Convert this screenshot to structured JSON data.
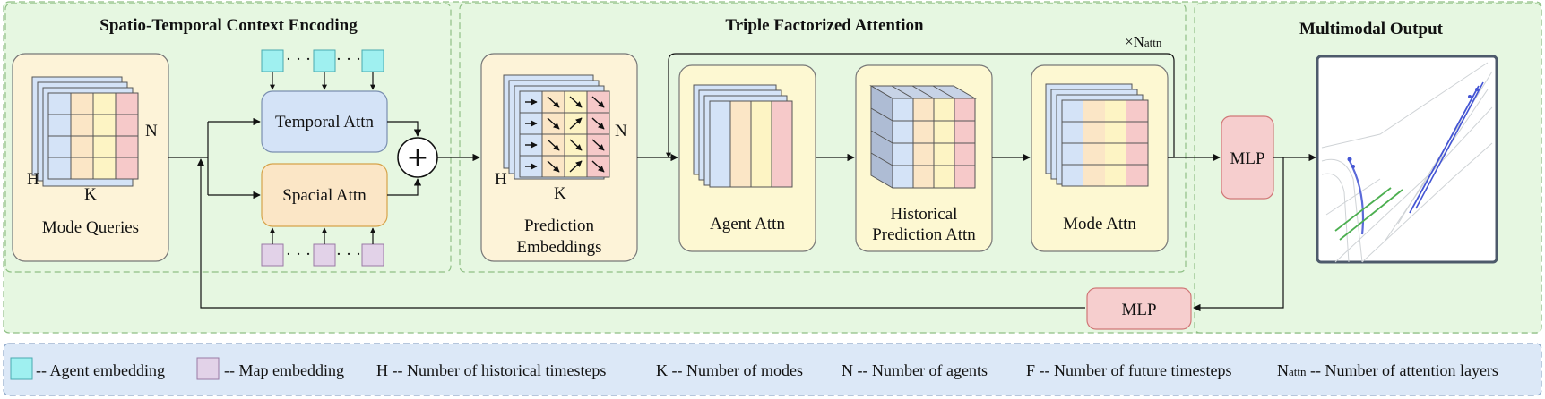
{
  "sections": {
    "encoding_title": "Spatio-Temporal Context Encoding",
    "attention_title": "Triple Factorized Attention",
    "output_title": "Multimodal Output"
  },
  "blocks": {
    "mode_queries": "Mode Queries",
    "temporal_attn": "Temporal Attn",
    "spacial_attn": "Spacial Attn",
    "prediction_embeddings_1": "Prediction",
    "prediction_embeddings_2": "Embeddings",
    "agent_attn": "Agent Attn",
    "historical_attn_1": "Historical",
    "historical_attn_2": "Prediction Attn",
    "mode_attn": "Mode Attn",
    "mlp_output": "MLP",
    "mlp_feedback": "MLP",
    "plus_sign": "+",
    "dots": "· · ·"
  },
  "dims": {
    "h": "H",
    "k": "K",
    "n": "N"
  },
  "repeat": {
    "prefix": "×N",
    "sub": "attn"
  },
  "legend": {
    "agent": "-- Agent embedding",
    "map": "-- Map embedding",
    "h": "H -- Number of historical timesteps",
    "k": "K -- Number of modes",
    "n": "N -- Number of agents",
    "f": "F -- Number of future timesteps",
    "nattn_prefix": "N",
    "nattn_sub": "attn",
    "nattn_text": " -- Number of attention layers"
  },
  "colors": {
    "panel_green": "#e6f7e1",
    "panel_border": "#8fbf85",
    "box_cream": "#fdf3d8",
    "box_yellow": "#fdf8d2",
    "blue": "#d4e3f7",
    "orange": "#fbe6c6",
    "yellow": "#fdf4c4",
    "red": "#f6c9c9",
    "agent_cyan": "#9ff0f0",
    "map_purple": "#e2d2e8",
    "mlp_red": "#f6cece",
    "legend_blue": "#dce8f7"
  }
}
